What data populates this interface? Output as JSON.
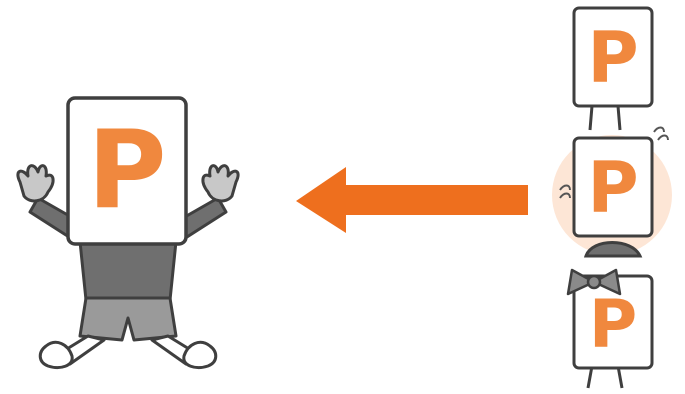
{
  "scene": {
    "main_figure": {
      "card_letter": "P"
    },
    "small_figures": [
      {
        "card_letter": "P"
      },
      {
        "card_letter": "P"
      },
      {
        "card_letter": "P"
      }
    ]
  },
  "colors": {
    "accent_orange": "#f0883e",
    "arrow_orange": "#ee6f1e",
    "highlight_peach": "#fde6d6",
    "outline": "#4a4a4a",
    "body_gray": "#6f6f6f",
    "pants_gray": "#8a8a8a",
    "hand_gray": "#bdbdbd",
    "card_fill": "#ffffff"
  },
  "icons": [
    "arrow-left-icon",
    "ribbon-bow-icon",
    "worry-squiggle-icon"
  ]
}
